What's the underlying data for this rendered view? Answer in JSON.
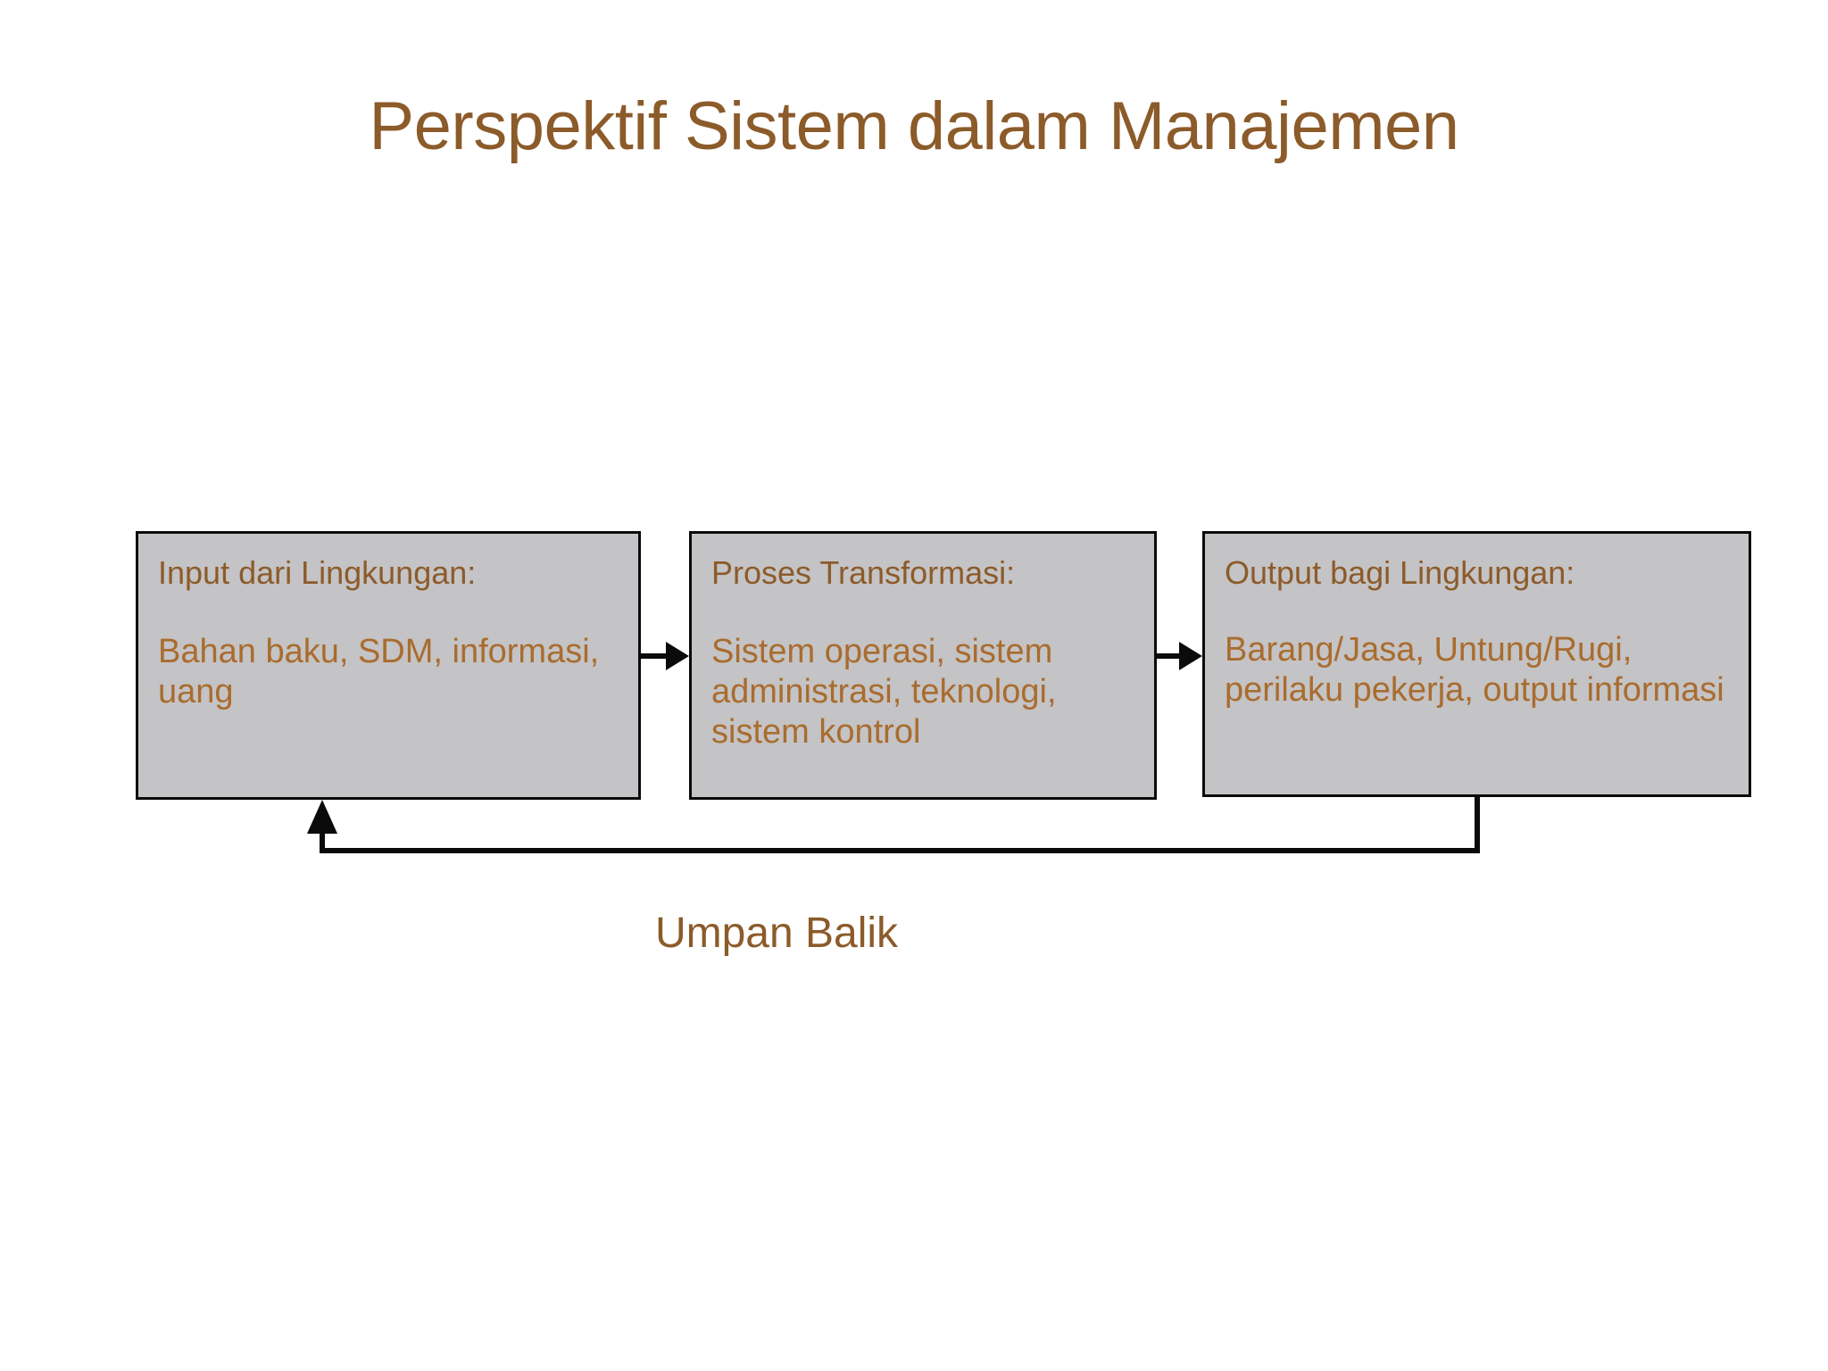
{
  "slide": {
    "title": "Perspektif Sistem dalam Manajemen",
    "background_color": "#FFFFFF",
    "title_color": "#8C5B2A"
  },
  "diagram": {
    "type": "flow-diagram",
    "box_fill_color": "#C4C3C5",
    "box_border_color": "#0B0B0B",
    "text_color": "#A96C2E",
    "boxes": [
      {
        "id": "input",
        "heading": "Input dari Lingkungan:",
        "body": "Bahan baku, SDM, informasi, uang"
      },
      {
        "id": "proses",
        "heading": "Proses Transformasi:",
        "body": "Sistem operasi, sistem administrasi, teknologi, sistem kontrol"
      },
      {
        "id": "output",
        "heading": "Output bagi Lingkungan:",
        "body": "Barang/Jasa, Untung/Rugi, perilaku pekerja, output informasi"
      }
    ],
    "connectors": [
      {
        "id": "input-to-proses",
        "label": "",
        "direction": "right"
      },
      {
        "id": "proses-to-output",
        "label": "",
        "direction": "right"
      },
      {
        "id": "output-to-input",
        "label": "Umpan Balik",
        "direction": "feedback-loop"
      }
    ],
    "feedback_label": "Umpan Balik"
  }
}
